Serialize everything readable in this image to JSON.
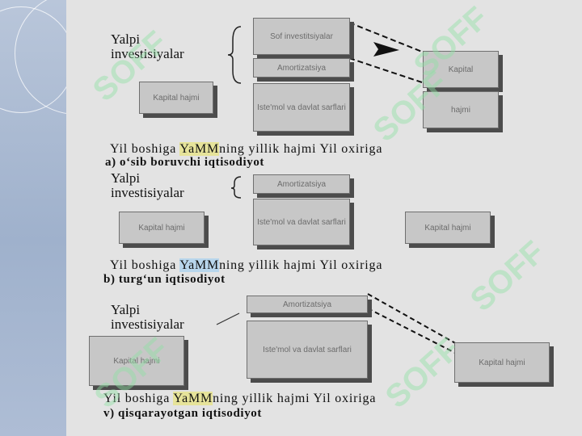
{
  "watermark": "SOFF",
  "sections": [
    {
      "label": "Yalpi\ninvestisiyalar",
      "row_pre": "Yil boshiga ",
      "row_hl": "YaMM",
      "row_post": "ning yillik hajmi Yil oxiriga",
      "caption": "a) o‘sib boruvchi iqtisodiyot",
      "boxes": [
        "Sof investitsiyalar",
        "Amortizatsiya",
        "Iste'mol va davlat sarflari",
        "Kapital hajmi",
        "Kapital",
        "hajmi"
      ]
    },
    {
      "label": "Yalpi\ninvestisiyalar",
      "row_pre": "Yil boshiga ",
      "row_hl": "YaMM",
      "row_post": "ning yillik hajmi Yil oxiriga",
      "caption": "b) turg‘un iqtisodiyot",
      "boxes": [
        "Amortizatsiya",
        "Iste'mol va davlat sarflari",
        "Kapital hajmi",
        "Kapital hajmi"
      ]
    },
    {
      "label": "Yalpi\ninvestisiyalar",
      "row_pre": "Yil boshiga ",
      "row_hl": "YaMM",
      "row_post": "ning yillik hajmi Yil oxiriga",
      "caption": "v) qisqarayotgan iqtisodiyot",
      "boxes": [
        "Amortizatsiya",
        "Iste'mol va davlat sarflari",
        "Kapital hajmi",
        "Kapital hajmi"
      ]
    }
  ]
}
